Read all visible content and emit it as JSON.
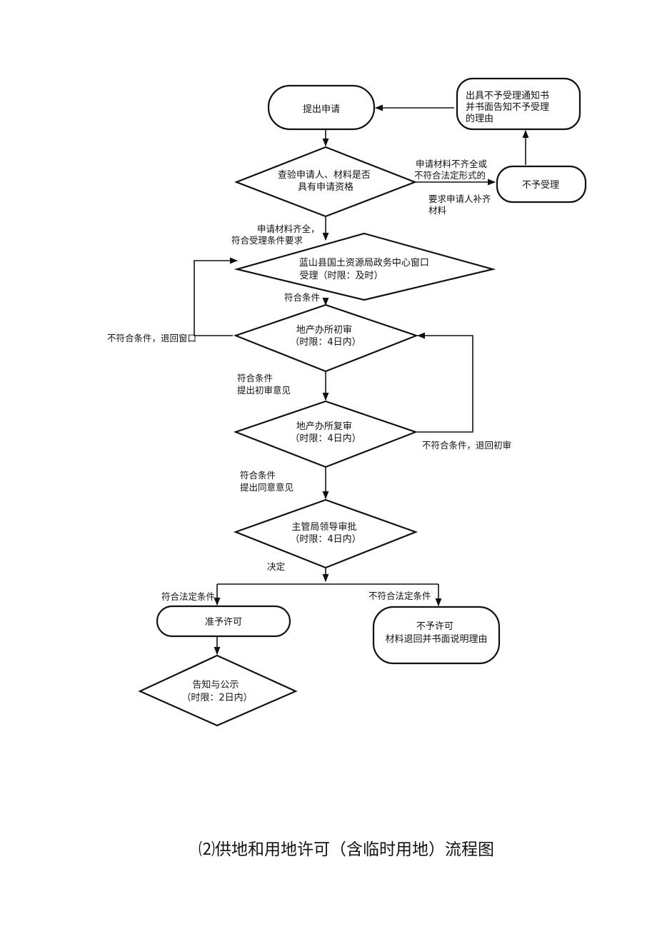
{
  "flowchart": {
    "nodes": {
      "apply": [
        "提出申请"
      ],
      "not_accepted_notice": [
        "出具不予受理通知书",
        "并书面告知不予受理",
        "的理由"
      ],
      "check": [
        "查验申请人、材料是否",
        "具有申请资格"
      ],
      "reject": [
        "不予受理"
      ],
      "window": [
        "蓝山县国土资源局政务中心窗口",
        "受理（时限：及时）"
      ],
      "first_review": [
        "地产办所初审",
        "（时限：4日内）"
      ],
      "second_review": [
        "地产办所复审",
        "（时限：4日内）"
      ],
      "leader_approval": [
        "主管局领导审批",
        "（时限：4日内）"
      ],
      "permit": [
        "准予许可"
      ],
      "no_permit": [
        "不予许可",
        "材料退回并书面说明理由"
      ],
      "notify": [
        "告知与公示",
        "（时限：2日内）"
      ]
    },
    "edge_labels": {
      "incomplete": [
        "申请材料不齐全或",
        "不符合法定形式的"
      ],
      "supplement": [
        "要求申请人补齐",
        "材料"
      ],
      "complete": [
        "申请材料齐全，",
        "符合受理条件要求"
      ],
      "qualified": [
        "符合条件"
      ],
      "back_to_window": [
        "不符合条件，退回窗口"
      ],
      "first_opinion": [
        "符合条件",
        "提出初审意见"
      ],
      "back_to_first": [
        "不符合条件，退回初审"
      ],
      "agree_opinion": [
        "符合条件",
        "提出同意意见"
      ],
      "decision": [
        "决定"
      ],
      "legal": [
        "符合法定条件"
      ],
      "not_legal": [
        "不符合法定条件"
      ]
    }
  },
  "caption": "⑵供地和用地许可（含临时用地）流程图"
}
